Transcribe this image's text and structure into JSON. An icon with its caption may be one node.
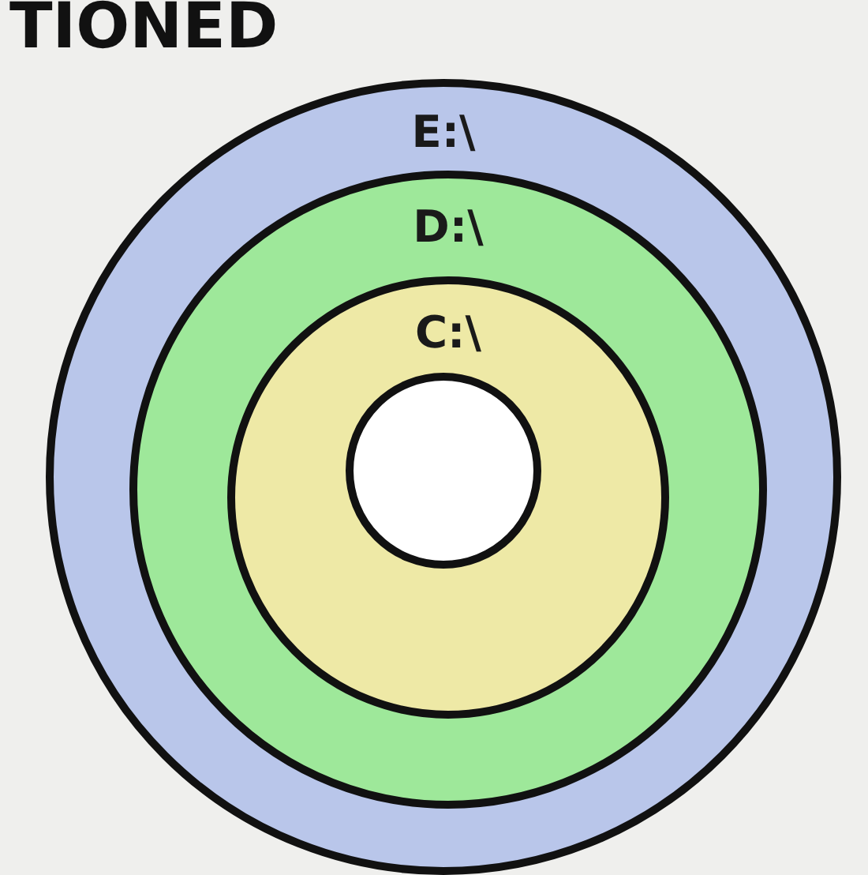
{
  "diagram": {
    "title": "TIONED",
    "nodes": [
      {
        "text": [
          "E:\\"
        ]
      },
      {
        "text": [
          "D:\\"
        ],
        "in": 0
      },
      {
        "text": [
          "C:\\"
        ],
        "in": 1
      },
      {
        "text": [],
        "shape": "circle",
        "in": 2
      }
    ]
  }
}
